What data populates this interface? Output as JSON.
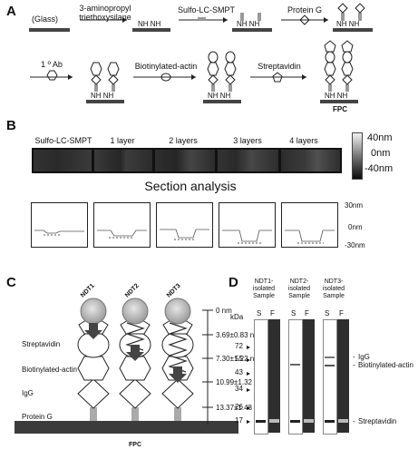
{
  "panels": {
    "a": "A",
    "b": "B",
    "c": "C",
    "d": "D"
  },
  "panel_a": {
    "row1": {
      "glass": "(Glass)",
      "aptes_l1": "3-aminopropyl",
      "aptes_l2": "triethoxysilane",
      "smpt": "Sulfo-LC-SMPT",
      "proteing": "Protein G",
      "nh_nh_1": "NH NH",
      "nh_nh_2": "NH  NH",
      "nh_nh_3": "NH  NH",
      "nh_nh_4": "NH  NH"
    },
    "row2": {
      "primary_ab": "1 º Ab",
      "biotin_actin": "Biotinylated-actin",
      "streptavidin": "Streptavidin",
      "nh_nh_1": "NH  NH",
      "nh_nh_2": "NH  NH",
      "nh_nh_3": "NH  NH",
      "fpc": "FPC"
    }
  },
  "panel_b": {
    "labels": [
      "Sulfo-LC-SMPT",
      "1 layer",
      "2 layers",
      "3 layers",
      "4 layers"
    ],
    "scale_top": "40nm",
    "scale_mid": "0nm",
    "scale_bot": "-40nm",
    "section_title": "Section analysis",
    "sec_top": "30nm",
    "sec_mid": "0nm",
    "sec_bot": "-30nm"
  },
  "panel_c": {
    "ndt": [
      "NDT1",
      "NDT2",
      "NDT3"
    ],
    "left_labels": [
      "Streptavidin",
      "Biotinylated-actin",
      "IgG",
      "Protein G"
    ],
    "distances": [
      "0 nm",
      "3.69±0.83 nm",
      "7.30±1.22 nm",
      "10.99±1.32 nm",
      "13.37±1.48 nm"
    ],
    "fpc": "FPC"
  },
  "panel_d": {
    "headers": [
      [
        "NDT1-",
        "isolated",
        "Sample"
      ],
      [
        "NDT2-",
        "isolated",
        "Sample"
      ],
      [
        "NDT3-",
        "isolated",
        "Sample"
      ]
    ],
    "kda": "kDa",
    "lane_labels": [
      "S",
      "F",
      "S",
      "F",
      "S",
      "F"
    ],
    "markers": [
      "72",
      "55",
      "43",
      "34",
      "26",
      "17"
    ],
    "right_labels": [
      "IgG",
      "Biotinylated-actin",
      "Streptavidin"
    ],
    "right_prefix": "-"
  }
}
